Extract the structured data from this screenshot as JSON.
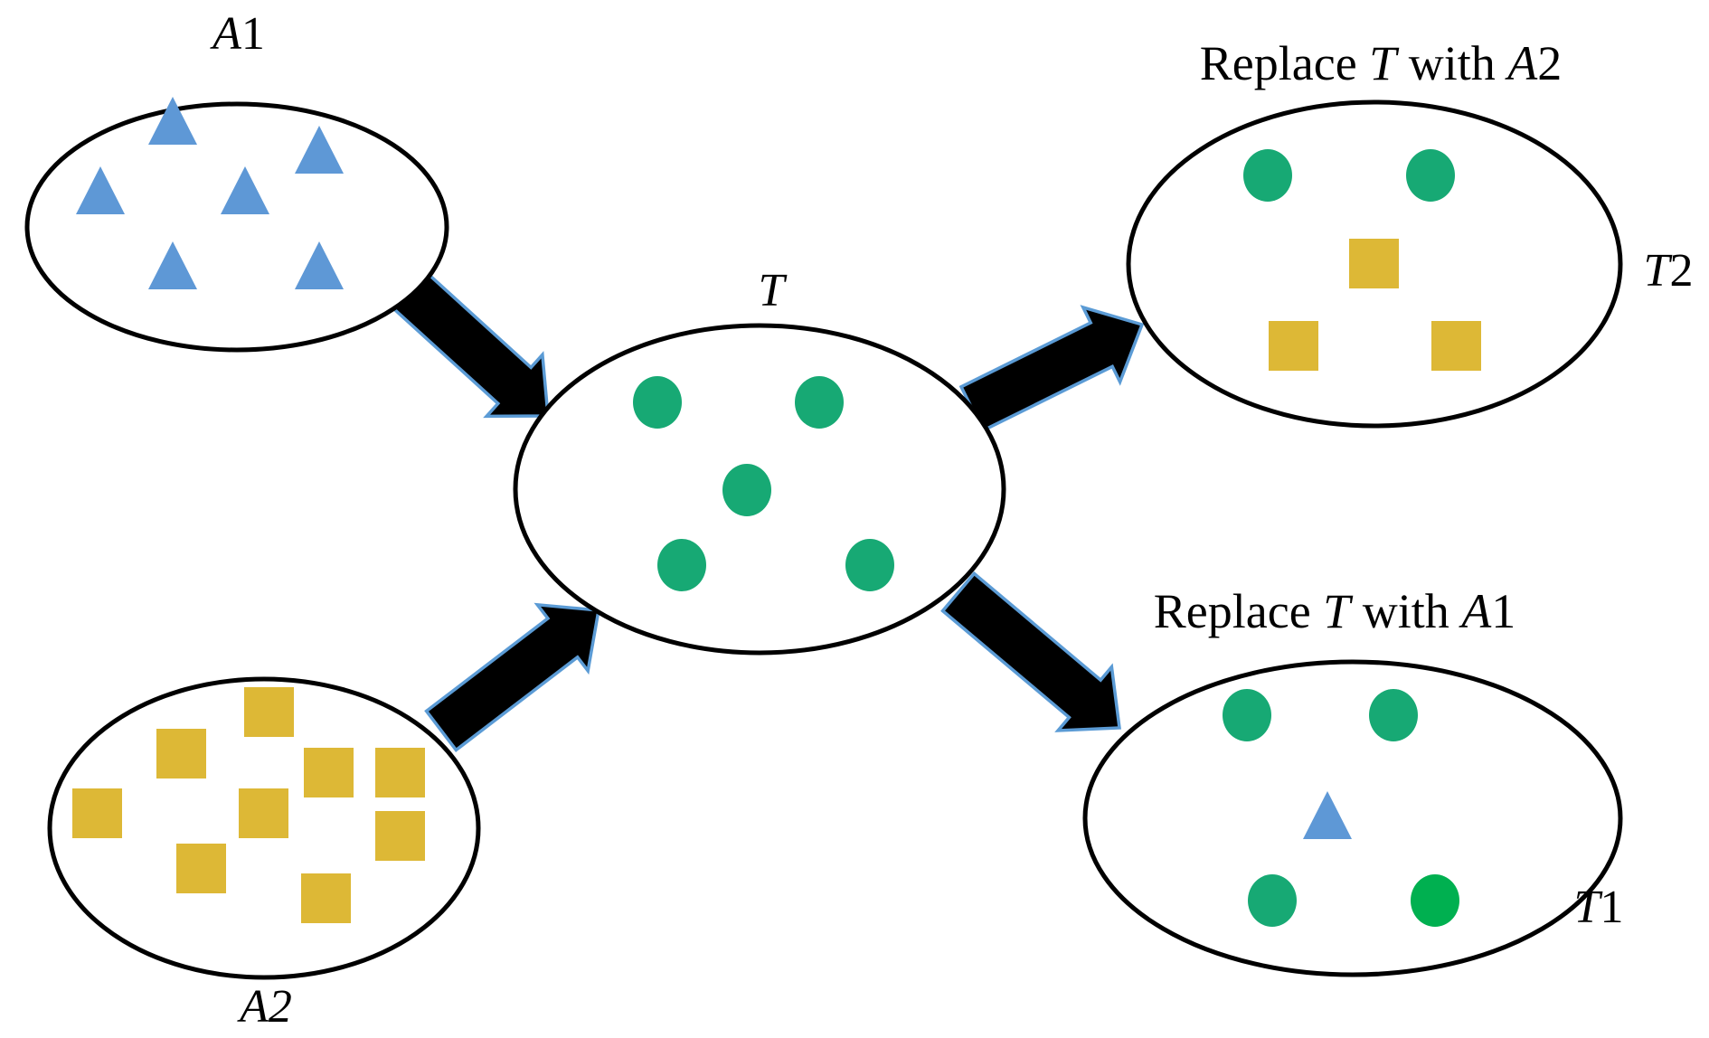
{
  "diagram": {
    "colors": {
      "circle": "#17a974",
      "circle_highlight": "#00b050",
      "square": "#ddb836",
      "triangle": "#5e98d6",
      "arrow_fill": "#000000",
      "arrow_outline": "#5b9bd5",
      "ellipse_stroke": "#000000"
    },
    "sets": {
      "A1": {
        "label_parts": [
          {
            "text": "A",
            "italic": true
          },
          {
            "text": "1",
            "italic": false
          }
        ],
        "contents": {
          "triangles": 6
        }
      },
      "A2": {
        "label_parts": [
          {
            "text": "A2",
            "italic": true
          }
        ],
        "contents": {
          "squares": 9
        }
      },
      "T": {
        "label_parts": [
          {
            "text": "T",
            "italic": true
          }
        ],
        "contents": {
          "circles": 5
        }
      },
      "T2": {
        "label_parts": [
          {
            "text": "T",
            "italic": true
          },
          {
            "text": "2",
            "italic": false
          }
        ],
        "caption_parts": [
          {
            "text": "Replace ",
            "italic": false
          },
          {
            "text": "T",
            "italic": true
          },
          {
            "text": " with ",
            "italic": false
          },
          {
            "text": "A",
            "italic": true
          },
          {
            "text": "2",
            "italic": false
          }
        ],
        "contents": {
          "circles": 2,
          "squares": 3
        }
      },
      "T1": {
        "label_parts": [
          {
            "text": "T",
            "italic": true
          },
          {
            "text": "1",
            "italic": false
          }
        ],
        "caption_parts": [
          {
            "text": "Replace ",
            "italic": false
          },
          {
            "text": "T",
            "italic": true
          },
          {
            "text": " with ",
            "italic": false
          },
          {
            "text": "A",
            "italic": true
          },
          {
            "text": "1",
            "italic": false
          }
        ],
        "contents": {
          "circles": 4,
          "triangles": 1
        }
      }
    },
    "edges": [
      {
        "from": "A1",
        "to": "T"
      },
      {
        "from": "A2",
        "to": "T"
      },
      {
        "from": "T",
        "to": "T2"
      },
      {
        "from": "T",
        "to": "T1"
      }
    ]
  }
}
